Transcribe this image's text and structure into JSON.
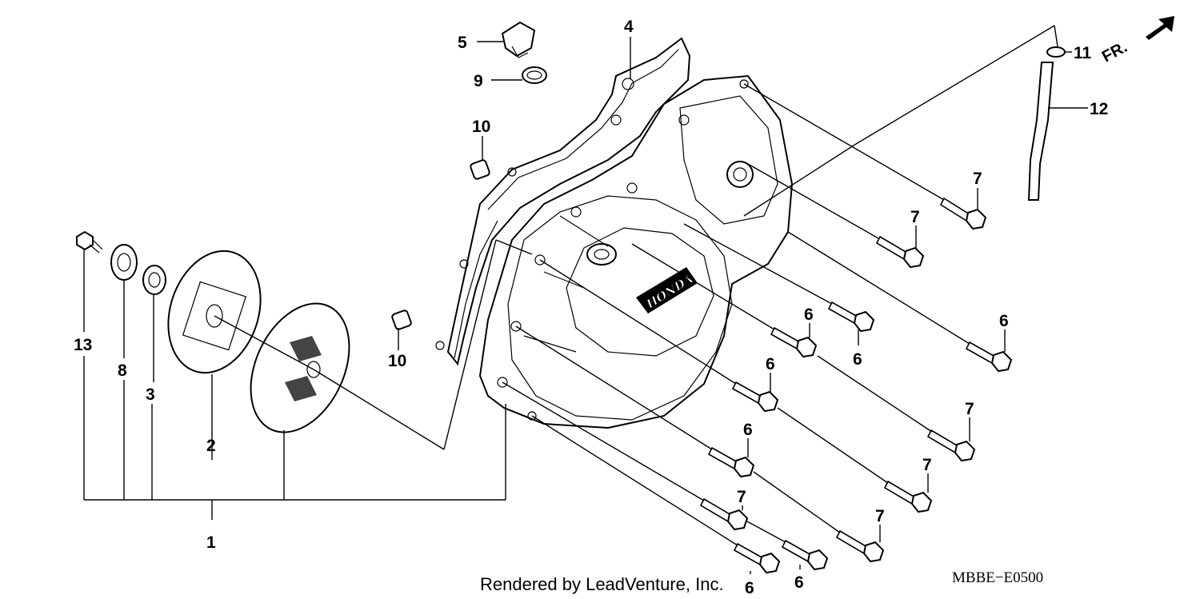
{
  "diagram": {
    "labels": {
      "p1": "1",
      "p2": "2",
      "p3": "3",
      "p4": "4",
      "p5": "5",
      "p6": "6",
      "p7": "7",
      "p8": "8",
      "p9": "9",
      "p10": "10",
      "p11": "11",
      "p12": "12",
      "p13": "13"
    },
    "direction_marker": "FR.",
    "cover_logo": "HONDA",
    "diagram_code": "MBBE−E0500",
    "credit": "Rendered by LeadVenture, Inc."
  }
}
